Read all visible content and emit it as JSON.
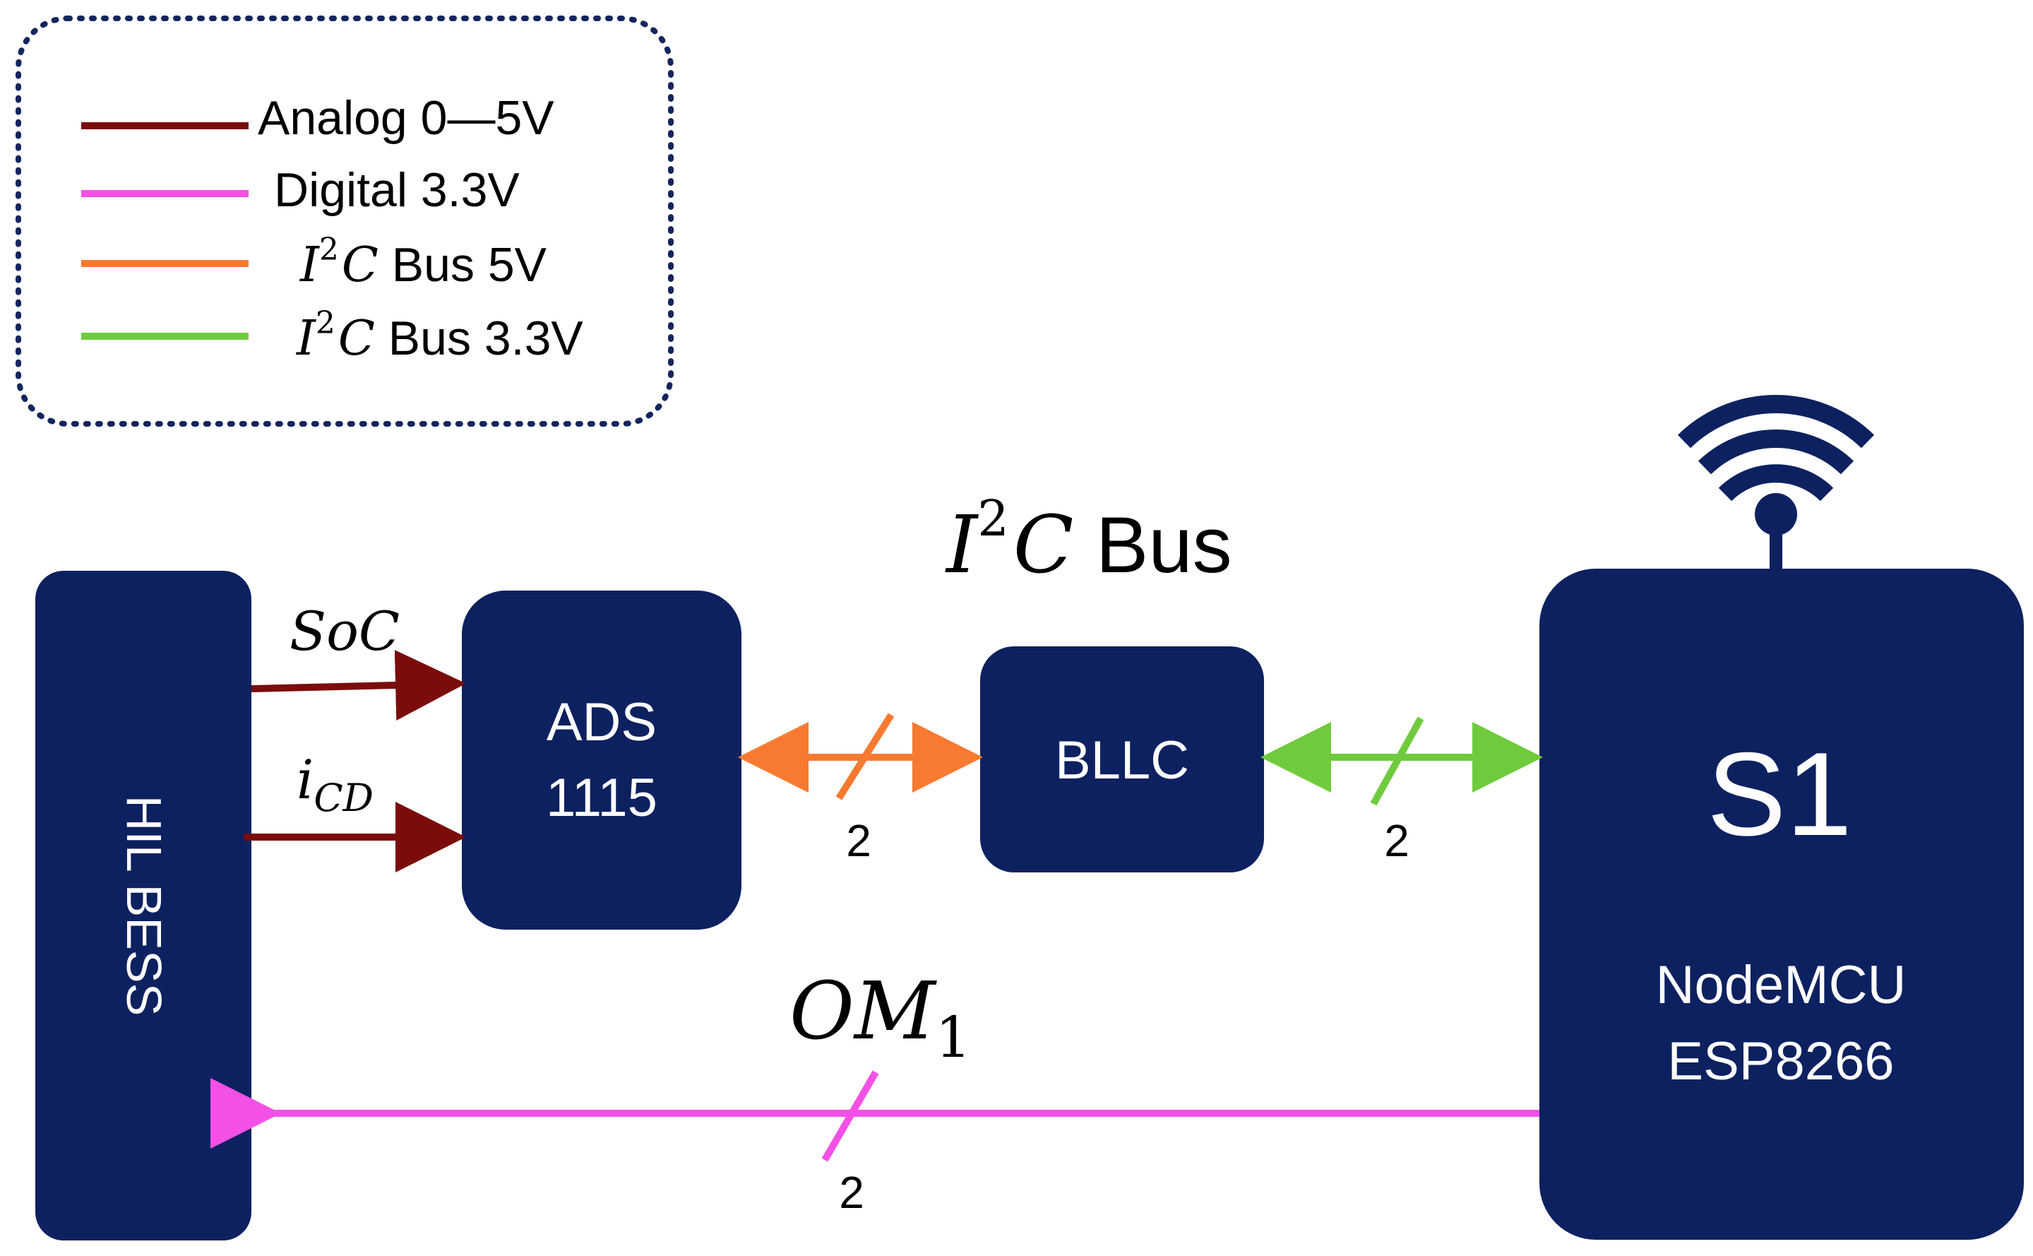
{
  "colors": {
    "block": "#0d2160",
    "analog": "#7b0c0c",
    "digital": "#f550e6",
    "i2c_5v": "#f87a30",
    "i2c_3v3": "#6fcb3d",
    "legend_border": "#13255e"
  },
  "legend": {
    "items": [
      {
        "label": "Analog 0—5V"
      },
      {
        "label": "Digital 3.3V"
      },
      {
        "label_i": "I",
        "label_sup": "2",
        "label_c": "C",
        "label_rest": " Bus 5V"
      },
      {
        "label_i": "I",
        "label_sup": "2",
        "label_c": "C",
        "label_rest": " Bus 3.3V"
      }
    ]
  },
  "blocks": {
    "hil": {
      "label": "HIL BESS"
    },
    "ads": {
      "line1": "ADS",
      "line2": "1115"
    },
    "bllc": {
      "label": "BLLC"
    },
    "s1": {
      "title": "S1",
      "line1": "NodeMCU",
      "line2": "ESP8266",
      "icon": "wifi-antenna-icon"
    }
  },
  "bus_title": {
    "i": "I",
    "sup": "2",
    "c": "C",
    "rest": " Bus"
  },
  "signals": {
    "soc": {
      "label": "SoC"
    },
    "icd": {
      "main": "i",
      "sub": "CD"
    },
    "om1": {
      "main": "OM",
      "sub": "1"
    }
  },
  "bus_widths": {
    "ads_bllc": "2",
    "bllc_s1": "2",
    "om1": "2"
  }
}
